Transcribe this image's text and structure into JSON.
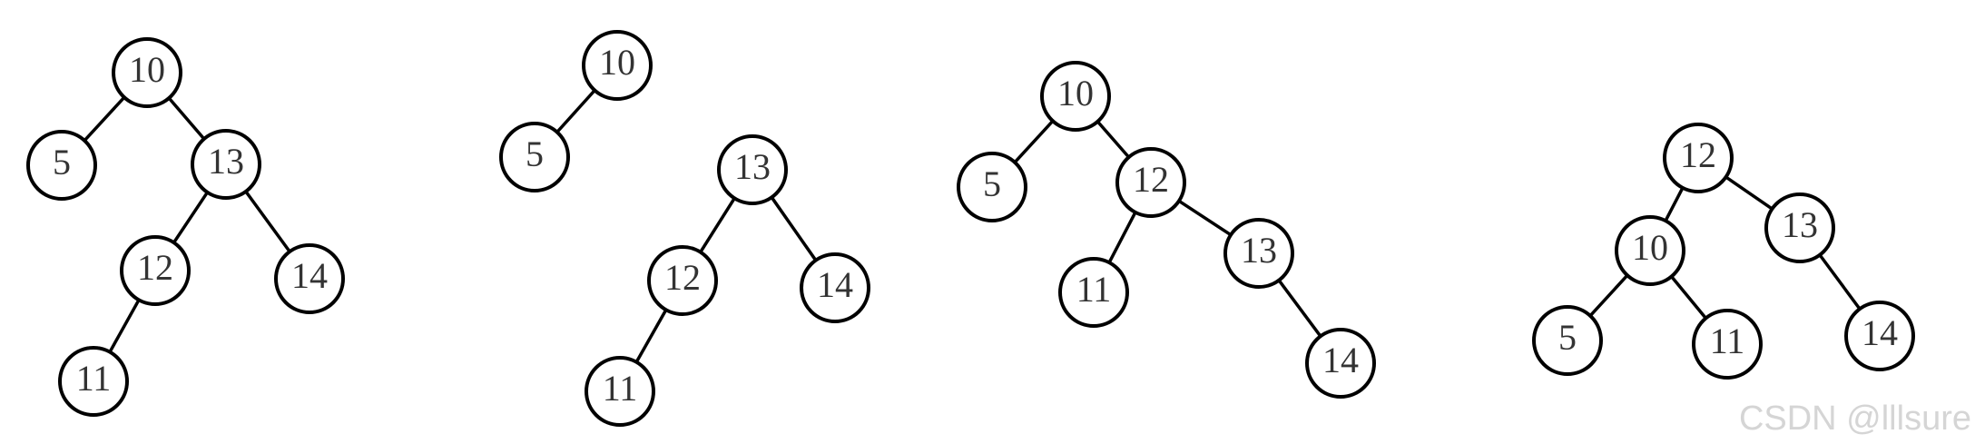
{
  "trees": [
    {
      "nodes": [
        {
          "id": "10",
          "label": "10"
        },
        {
          "id": "5",
          "label": "5"
        },
        {
          "id": "13",
          "label": "13"
        },
        {
          "id": "12",
          "label": "12"
        },
        {
          "id": "14",
          "label": "14"
        },
        {
          "id": "11",
          "label": "11"
        }
      ],
      "edges": [
        [
          "10",
          "5"
        ],
        [
          "10",
          "13"
        ],
        [
          "13",
          "12"
        ],
        [
          "13",
          "14"
        ],
        [
          "12",
          "11"
        ]
      ]
    },
    {
      "nodes": [
        {
          "id": "10",
          "label": "10"
        },
        {
          "id": "5",
          "label": "5"
        },
        {
          "id": "13",
          "label": "13"
        },
        {
          "id": "12",
          "label": "12"
        },
        {
          "id": "14",
          "label": "14"
        },
        {
          "id": "11",
          "label": "11"
        }
      ],
      "edges": [
        [
          "10",
          "5"
        ],
        [
          "13",
          "12"
        ],
        [
          "13",
          "14"
        ],
        [
          "12",
          "11"
        ]
      ]
    },
    {
      "nodes": [
        {
          "id": "10",
          "label": "10"
        },
        {
          "id": "5",
          "label": "5"
        },
        {
          "id": "12",
          "label": "12"
        },
        {
          "id": "11",
          "label": "11"
        },
        {
          "id": "13",
          "label": "13"
        },
        {
          "id": "14",
          "label": "14"
        }
      ],
      "edges": [
        [
          "10",
          "5"
        ],
        [
          "10",
          "12"
        ],
        [
          "12",
          "11"
        ],
        [
          "12",
          "13"
        ],
        [
          "13",
          "14"
        ]
      ]
    },
    {
      "nodes": [
        {
          "id": "12",
          "label": "12"
        },
        {
          "id": "10",
          "label": "10"
        },
        {
          "id": "13",
          "label": "13"
        },
        {
          "id": "5",
          "label": "5"
        },
        {
          "id": "11",
          "label": "11"
        },
        {
          "id": "14",
          "label": "14"
        }
      ],
      "edges": [
        [
          "12",
          "10"
        ],
        [
          "12",
          "13"
        ],
        [
          "10",
          "5"
        ],
        [
          "10",
          "11"
        ],
        [
          "13",
          "14"
        ]
      ]
    }
  ],
  "watermark": "CSDN @lllsure"
}
